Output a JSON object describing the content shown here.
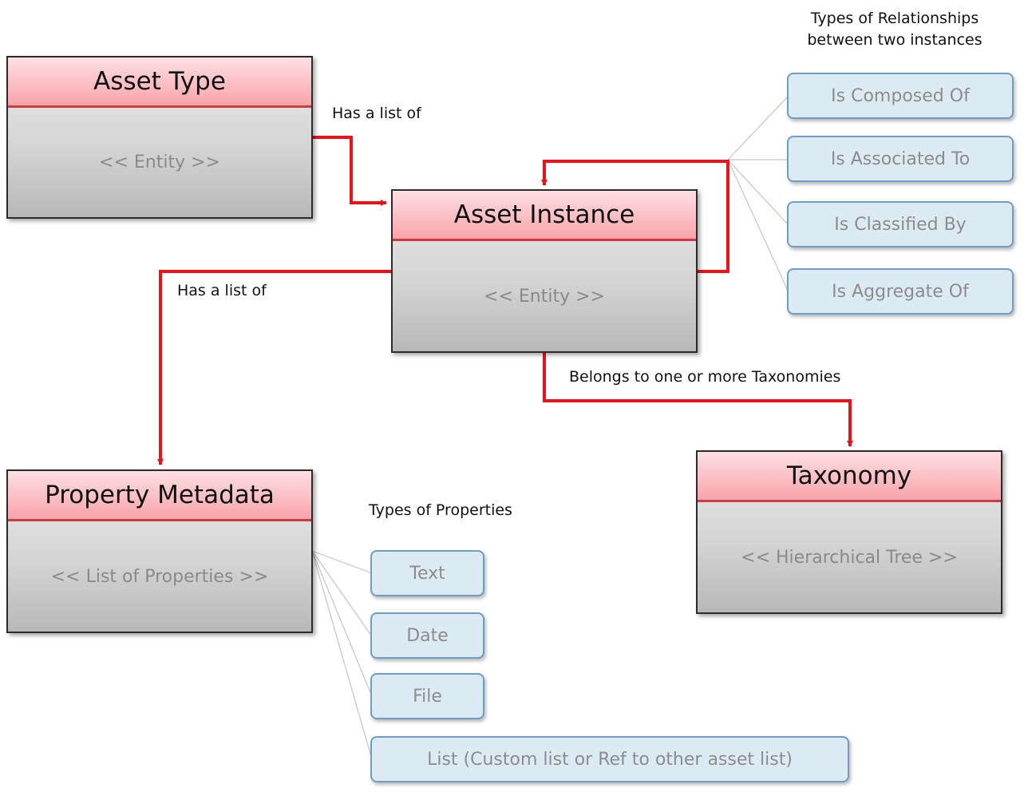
{
  "entities": {
    "asset_type": {
      "title": "Asset Type",
      "body": "<< Entity >>"
    },
    "asset_instance": {
      "title": "Asset Instance",
      "body": "<< Entity >>"
    },
    "property_metadata": {
      "title": "Property Metadata",
      "body": "<< List of Properties >>"
    },
    "taxonomy": {
      "title": "Taxonomy",
      "body": "<< Hierarchical Tree >>"
    }
  },
  "connector_labels": {
    "type_to_instance": "Has a list of",
    "instance_to_properties": "Has a list of",
    "instance_to_taxonomy": "Belongs to one or more Taxonomies"
  },
  "relationships": {
    "heading_line1": "Types of Relationships",
    "heading_line2": "between two instances",
    "items": [
      "Is Composed Of",
      "Is Associated To",
      "Is Classified By",
      "Is Aggregate Of"
    ]
  },
  "properties": {
    "heading": "Types of Properties",
    "items": [
      "Text",
      "Date",
      "File",
      "List (Custom list or Ref to other asset list)"
    ]
  },
  "colors": {
    "connector": "#e8141b",
    "leader_line": "#c4c4c4",
    "header_fill": "#fbbcc1",
    "pill_fill": "#dcebf3",
    "pill_border": "#6f9dc8"
  }
}
